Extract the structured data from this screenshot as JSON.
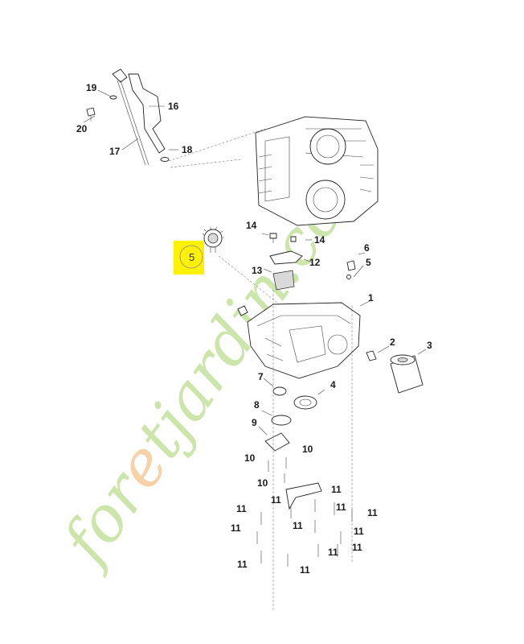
{
  "diagram": {
    "highlight": {
      "label": "5",
      "color": "#FFF200"
    },
    "watermark": {
      "text_green": "for",
      "text_orange": "e",
      "text_green2": "tjardin",
      "text_dot": ".com",
      "green": "#C9E4A6",
      "orange": "#F7CFA3"
    },
    "labels": [
      {
        "id": "l19",
        "text": "19"
      },
      {
        "id": "l16",
        "text": "16"
      },
      {
        "id": "l20",
        "text": "20"
      },
      {
        "id": "l17",
        "text": "17"
      },
      {
        "id": "l18",
        "text": "18"
      },
      {
        "id": "l14a",
        "text": "14"
      },
      {
        "id": "l14b",
        "text": "14"
      },
      {
        "id": "l13",
        "text": "13"
      },
      {
        "id": "l12",
        "text": "12"
      },
      {
        "id": "l6",
        "text": "6"
      },
      {
        "id": "l5",
        "text": "5"
      },
      {
        "id": "l1",
        "text": "1"
      },
      {
        "id": "l2",
        "text": "2"
      },
      {
        "id": "l3",
        "text": "3"
      },
      {
        "id": "l7",
        "text": "7"
      },
      {
        "id": "l4",
        "text": "4"
      },
      {
        "id": "l8",
        "text": "8"
      },
      {
        "id": "l9",
        "text": "9"
      },
      {
        "id": "l10a",
        "text": "10"
      },
      {
        "id": "l10b",
        "text": "10"
      },
      {
        "id": "l10c",
        "text": "10"
      },
      {
        "id": "l11a",
        "text": "11"
      },
      {
        "id": "l11b",
        "text": "11"
      },
      {
        "id": "l11c",
        "text": "11"
      },
      {
        "id": "l11d",
        "text": "11"
      },
      {
        "id": "l11e",
        "text": "11"
      },
      {
        "id": "l11f",
        "text": "11"
      },
      {
        "id": "l11g",
        "text": "11"
      },
      {
        "id": "l11h",
        "text": "11"
      },
      {
        "id": "l11i",
        "text": "11"
      },
      {
        "id": "l11j",
        "text": "11"
      },
      {
        "id": "l11k",
        "text": "11"
      },
      {
        "id": "l11l",
        "text": "11"
      }
    ]
  }
}
